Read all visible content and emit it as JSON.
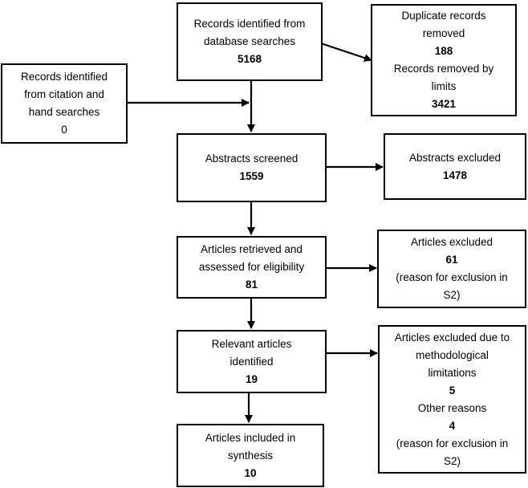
{
  "boxes": {
    "database": {
      "line1": "Records identified from",
      "line2": "database searches",
      "count": "5168"
    },
    "citation": {
      "line1": "Records identified",
      "line2": "from citation and",
      "line3": "hand searches",
      "count": "0"
    },
    "duplicates": {
      "line1": "Duplicate records",
      "line2": "removed",
      "count": "188",
      "line3": "Records removed by",
      "line4": "limits",
      "count2": "3421"
    },
    "screened": {
      "line1": "Abstracts screened",
      "count": "1559"
    },
    "abstracts_excluded": {
      "line1": "Abstracts excluded",
      "count": "1478"
    },
    "retrieved": {
      "line1": "Articles retrieved and",
      "line2": "assessed for eligibility",
      "count": "81"
    },
    "articles_excluded": {
      "line1": "Articles excluded",
      "count": "61",
      "note1": "(reason for exclusion in",
      "note2": "S2)"
    },
    "relevant": {
      "line1": "Relevant articles",
      "line2": "identified",
      "count": "19"
    },
    "method_excluded": {
      "line1": "Articles excluded due to",
      "line2": "methodological",
      "line3": "limitations",
      "count": "5",
      "line4": "Other reasons",
      "count2": "4",
      "note1": "(reason for exclusion in",
      "note2": "S2)"
    },
    "included": {
      "line1": "Articles included in",
      "line2": "synthesis",
      "count": "10"
    }
  }
}
